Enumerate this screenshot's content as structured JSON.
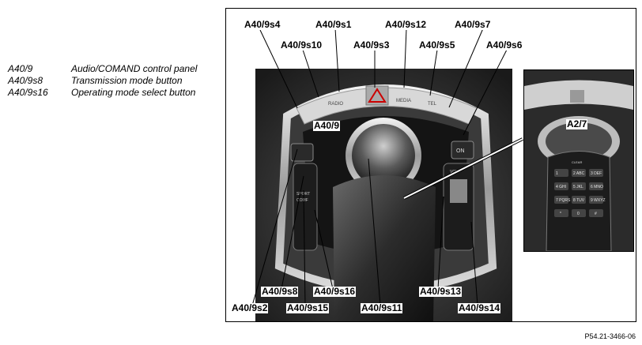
{
  "legend": [
    {
      "code": "A40/9",
      "desc": "Audio/COMAND control panel"
    },
    {
      "code": "A40/9s8",
      "desc": "Transmission mode button"
    },
    {
      "code": "A40/9s16",
      "desc": "Operating mode select button"
    }
  ],
  "labels": {
    "s4": "A40/9s4",
    "s1": "A40/9s1",
    "s12": "A40/9s12",
    "s7": "A40/9s7",
    "s10": "A40/9s10",
    "s3": "A40/9s3",
    "s5": "A40/9s5",
    "s6": "A40/9s6",
    "a409": "A40/9",
    "a27": "A2/7",
    "s8": "A40/9s8",
    "s16": "A40/9s16",
    "s13": "A40/9s13",
    "s2": "A40/9s2",
    "s15": "A40/9s15",
    "s11": "A40/9s11",
    "s14": "A40/9s14"
  },
  "panel_text": {
    "radio": "RADIO",
    "media": "MEDIA",
    "tel": "TEL",
    "on": "ON",
    "vol": "VOL",
    "sport": "SPORT",
    "comf": "COMF",
    "clear": "CLEAR",
    "keys": [
      "1",
      "2 ABC",
      "3 DEF",
      "4 GHI",
      "5 JKL",
      "6 MNO",
      "7 PQRS",
      "8 TUV",
      "9 WXYZ",
      "*",
      "0",
      "#"
    ]
  },
  "footer": "P54.21-3466-06"
}
